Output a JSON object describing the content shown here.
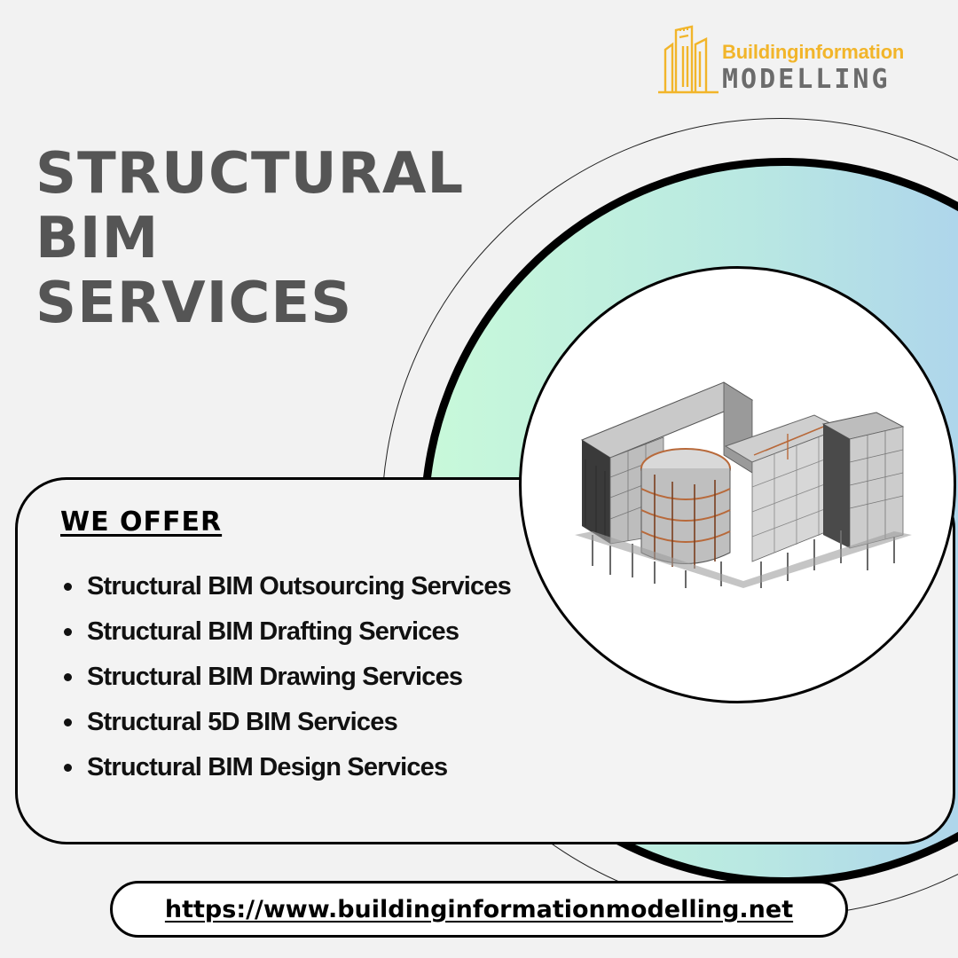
{
  "logo": {
    "line1": "Buildinginformation",
    "line2": "MODELLING",
    "icon": "building-towers-icon",
    "color_accent": "#f2b52a",
    "color_text": "#6b6b6b"
  },
  "headline": {
    "lines": [
      "STRUCTURAL",
      "BIM",
      "SERVICES"
    ],
    "color": "#555555"
  },
  "offer": {
    "title": "WE OFFER",
    "items": [
      "Structural BIM Outsourcing Services",
      "Structural BIM Drafting Services",
      "Structural BIM Drawing Services",
      "Structural 5D BIM Services",
      "Structural BIM Design Services"
    ]
  },
  "illustration": {
    "icon": "structural-building-model-icon"
  },
  "website": {
    "url": "https://www.buildinginformationmodelling.net"
  },
  "colors": {
    "background": "#f2f2f2",
    "gradient_start": "#c8f9da",
    "gradient_end": "#a5c6f3",
    "steel_accent": "#b8693a"
  }
}
